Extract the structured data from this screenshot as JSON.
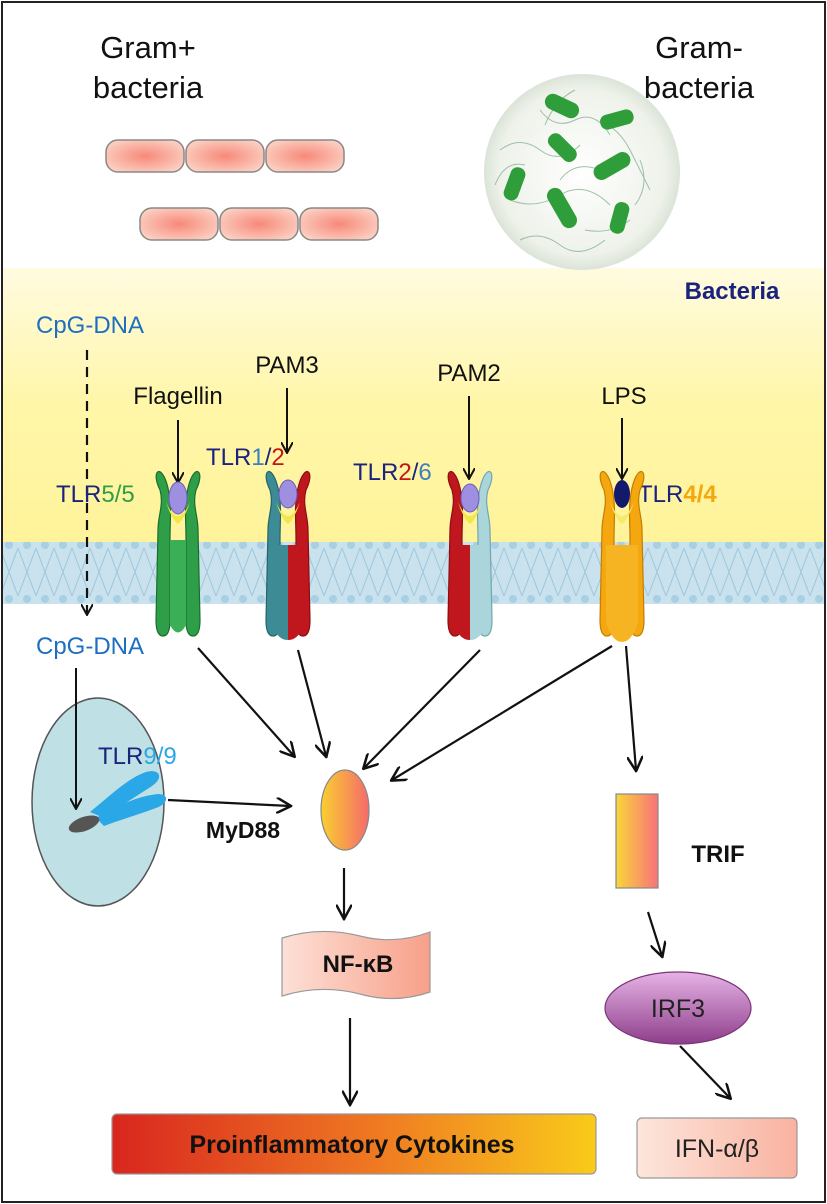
{
  "bacteria": {
    "gram_pos_line1": "Gram+",
    "gram_pos_line2": "bacteria",
    "gram_neg_line1": "Gram-",
    "gram_neg_line2": "bacteria",
    "region_label": "Bacteria"
  },
  "ligands": {
    "cpg_outer": "CpG-DNA",
    "cpg_inner": "CpG-DNA",
    "flagellin": "Flagellin",
    "pam3": "PAM3",
    "pam2": "PAM2",
    "lps": "LPS"
  },
  "receptors": {
    "tlr5": {
      "prefix": "TLR",
      "a": "5",
      "sep": "/",
      "b": "5"
    },
    "tlr12": {
      "prefix": "TLR",
      "a": "1",
      "sep": "/",
      "b": "2"
    },
    "tlr26": {
      "prefix": "TLR",
      "a": "2",
      "sep": "/",
      "b": "6"
    },
    "tlr44": {
      "prefix": "TLR",
      "a": "4",
      "sep": "/",
      "b": "4"
    },
    "tlr99": {
      "prefix": "TLR",
      "a": "9",
      "sep": "/",
      "b": "9"
    }
  },
  "adaptors": {
    "myd88": "MyD88",
    "trif": "TRIF",
    "nfkb": "NF-κB",
    "irf3": "IRF3"
  },
  "outputs": {
    "cytokines": "Proinflammatory Cytokines",
    "ifn": "IFN-α/β"
  },
  "colors": {
    "navy": "#1a237e",
    "tlr_green": "#2e9e48",
    "tlr_teal": "#3d8c95",
    "tlr_red": "#c0161d",
    "tlr_lightblue": "#a9d5db",
    "tlr_orange": "#f4a70f",
    "tlr9_blue": "#2aa7e6",
    "cpg_blue": "#1e6fc0",
    "ligand_purple": "#9f8fe0",
    "lps_navy": "#141a6b",
    "cell_fill": "#bfe0e4",
    "membrane_blue": "#b8d8e8",
    "outer_yellow": "#fff7b0"
  }
}
